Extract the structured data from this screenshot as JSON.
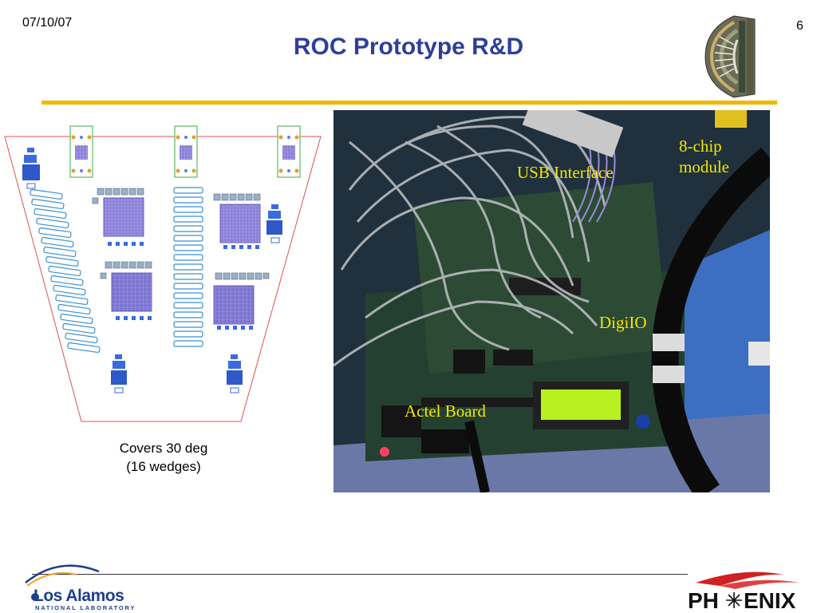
{
  "slide": {
    "date": "07/10/07",
    "page_number": "6",
    "title": "ROC Prototype R&D"
  },
  "diagram": {
    "caption_line1": "Covers 30 deg",
    "caption_line2": "(16 wedges)"
  },
  "photo": {
    "labels": {
      "usb_interface": "USB Interface",
      "chip_module_line1": "8-chip",
      "chip_module_line2": "module",
      "digiio": "DigiIO",
      "actel_board": "Actel Board"
    }
  },
  "footer": {
    "lanl_name": "Los Alamos",
    "lanl_sub": "NATIONAL LABORATORY",
    "phenix_logo_text": "PHENIX"
  },
  "colors": {
    "title": "#2e3f9a",
    "gold_rule": "#f2b600",
    "photo_labels": "#f2e600",
    "wedge_outline": "#e05050"
  }
}
